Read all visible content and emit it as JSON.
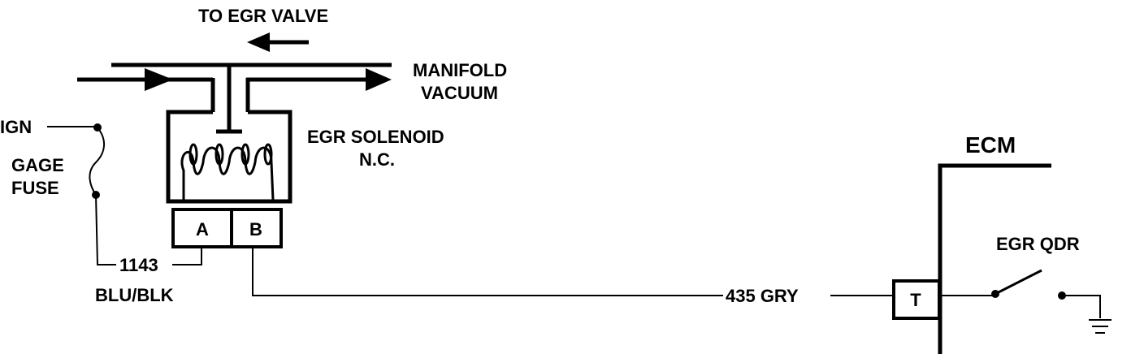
{
  "labels": {
    "to_egr_valve": "TO EGR VALVE",
    "manifold_line1": "MANIFOLD",
    "manifold_line2": "VACUUM",
    "ign": "IGN",
    "gage_line1": "GAGE",
    "gage_line2": "FUSE",
    "solenoid_line1": "EGR SOLENOID",
    "solenoid_line2": "N.C.",
    "pin_a": "A",
    "pin_b": "B",
    "wire_1143": "1143",
    "wire_blu_blk": "BLU/BLK",
    "wire_435": "435 GRY",
    "ecm": "ECM",
    "egr_qdr": "EGR QDR",
    "terminal_t": "T"
  },
  "colors": {
    "ink": "#000000",
    "background": "#ffffff"
  },
  "icons": [
    "arrow-left-icon",
    "arrow-right-icon",
    "ground-icon",
    "fuse-icon",
    "coil-icon",
    "switch-icon"
  ]
}
